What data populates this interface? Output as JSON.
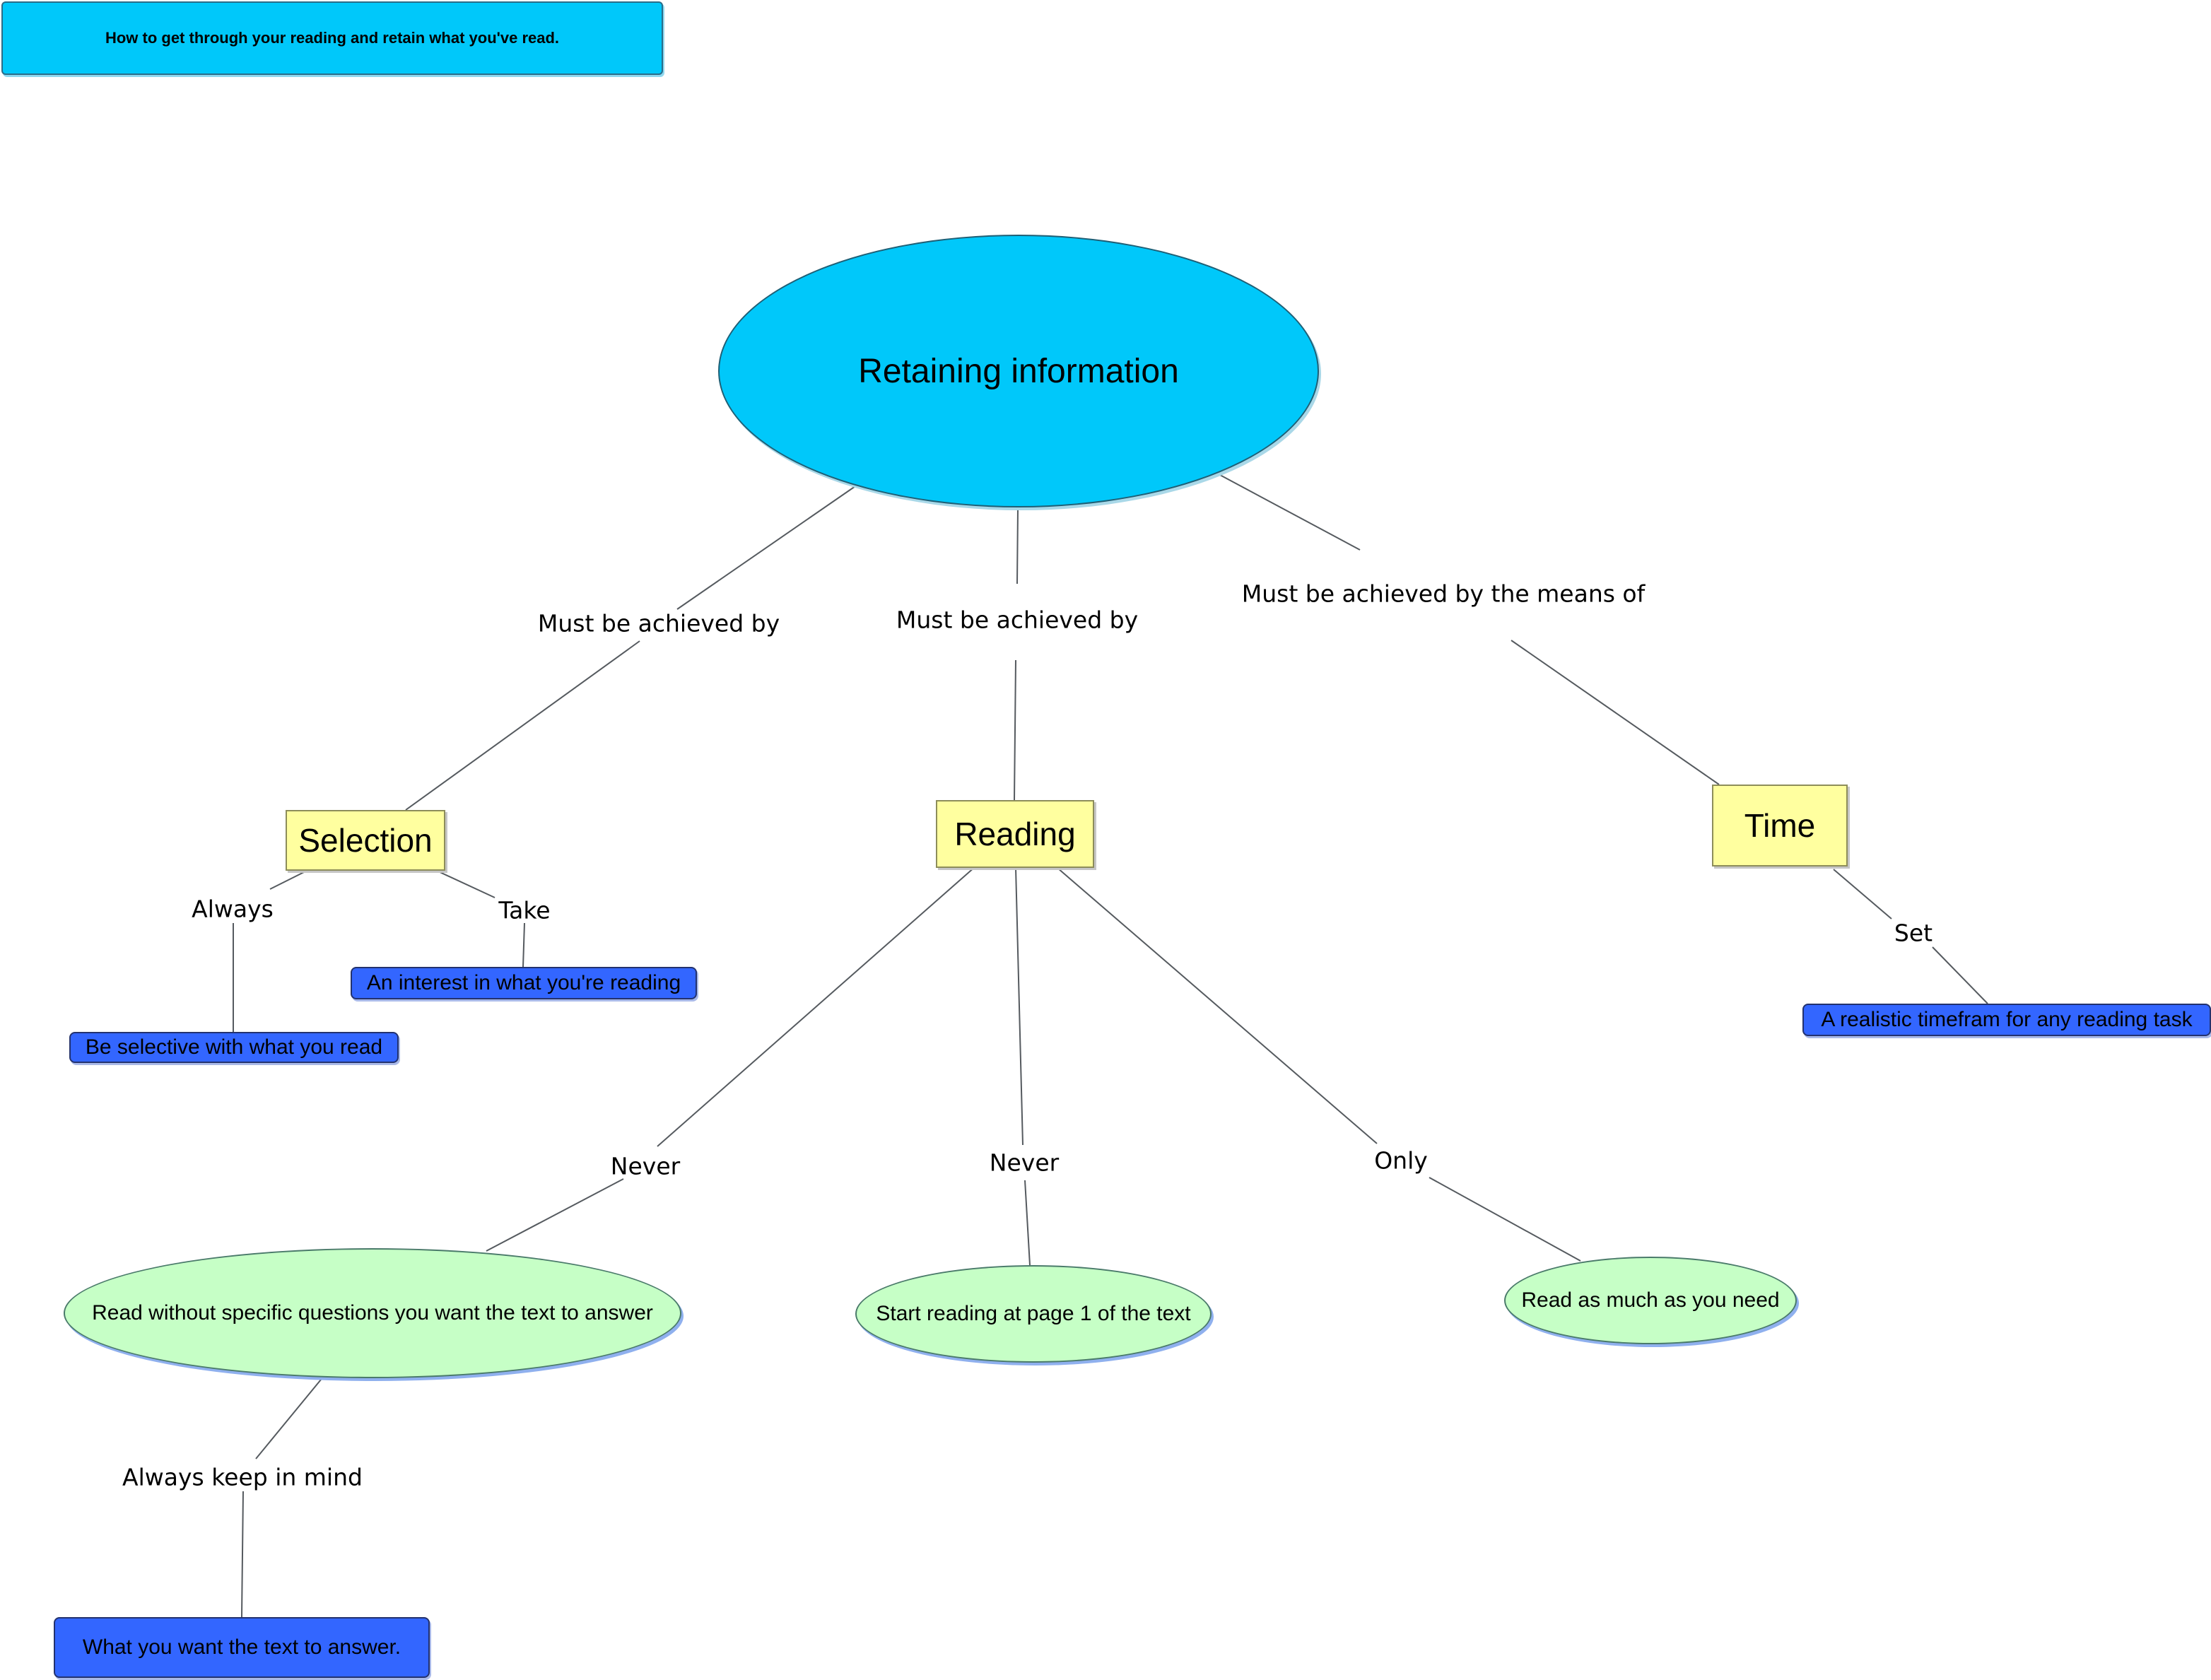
{
  "title": "How to get through your reading and retain what you've read.",
  "root": {
    "label": "Retaining information"
  },
  "links": {
    "selection": "Must be achieved by",
    "reading": "Must be achieved by",
    "time": "Must be achieved by the means of",
    "always": "Always",
    "take": "Take",
    "never_left": "Never",
    "never_mid": "Never",
    "only": "Only",
    "set": "Set",
    "keep_in_mind": "Always keep in mind"
  },
  "concepts": {
    "selection": "Selection",
    "reading": "Reading",
    "time": "Time"
  },
  "details": {
    "selective": "Be selective with what you read",
    "interest": "An interest in what you're reading",
    "timeframe": "A realistic timefram for any reading task",
    "questions": "Read without specific questions you want the text to answer",
    "page_one": "Start reading at page 1 of the text",
    "as_much": "Read as much as you need",
    "answer": "What you want the text to answer."
  },
  "colors": {
    "title_fill": "#00c8fa",
    "root_fill": "#00c8fa",
    "concept_fill": "#ffff9f",
    "detail_box_fill": "#3366ff",
    "detail_ellipse_fill": "#c6ffc6"
  }
}
